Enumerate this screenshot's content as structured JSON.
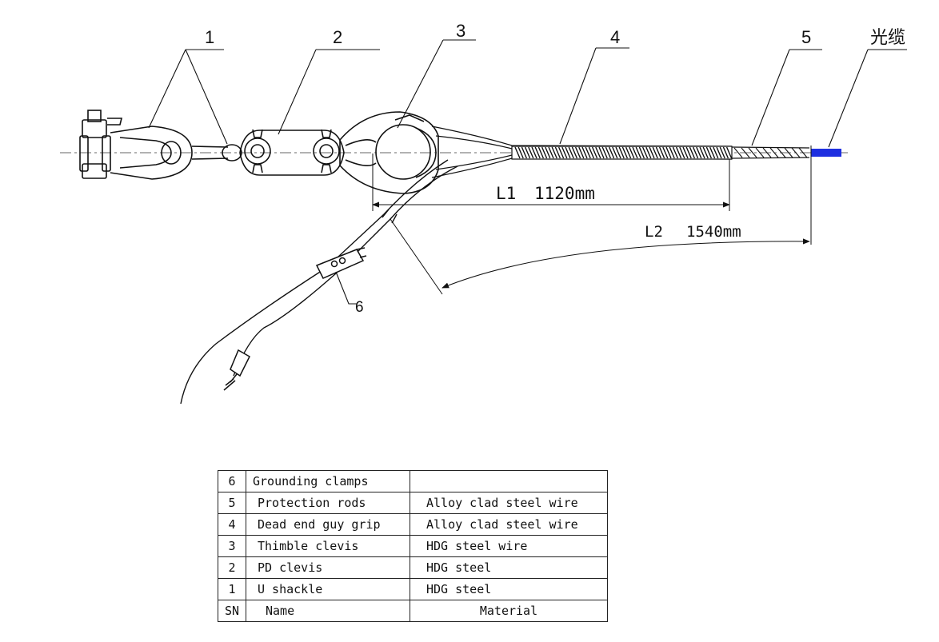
{
  "callouts": {
    "c1": "1",
    "c2": "2",
    "c3": "3",
    "c4": "4",
    "c5": "5",
    "c6": "6",
    "cable": "光缆"
  },
  "dimensions": {
    "l1_label": "L1",
    "l1_value": "1120mm",
    "l2_label": "L2",
    "l2_value": "1540mm"
  },
  "colors": {
    "cable": "#1e2fe0",
    "line": "#111111"
  },
  "table": {
    "headers": {
      "sn": "SN",
      "name": "Name",
      "material": "Material"
    },
    "rows": [
      {
        "sn": "6",
        "name": "Grounding clamps",
        "material": ""
      },
      {
        "sn": "5",
        "name": "Protection rods",
        "material": "Alloy clad steel wire"
      },
      {
        "sn": "4",
        "name": "Dead end guy grip",
        "material": "Alloy clad steel wire"
      },
      {
        "sn": "3",
        "name": "Thimble clevis",
        "material": "HDG steel wire"
      },
      {
        "sn": "2",
        "name": "PD clevis",
        "material": "HDG steel"
      },
      {
        "sn": "1",
        "name": "U shackle",
        "material": "HDG steel"
      }
    ]
  }
}
